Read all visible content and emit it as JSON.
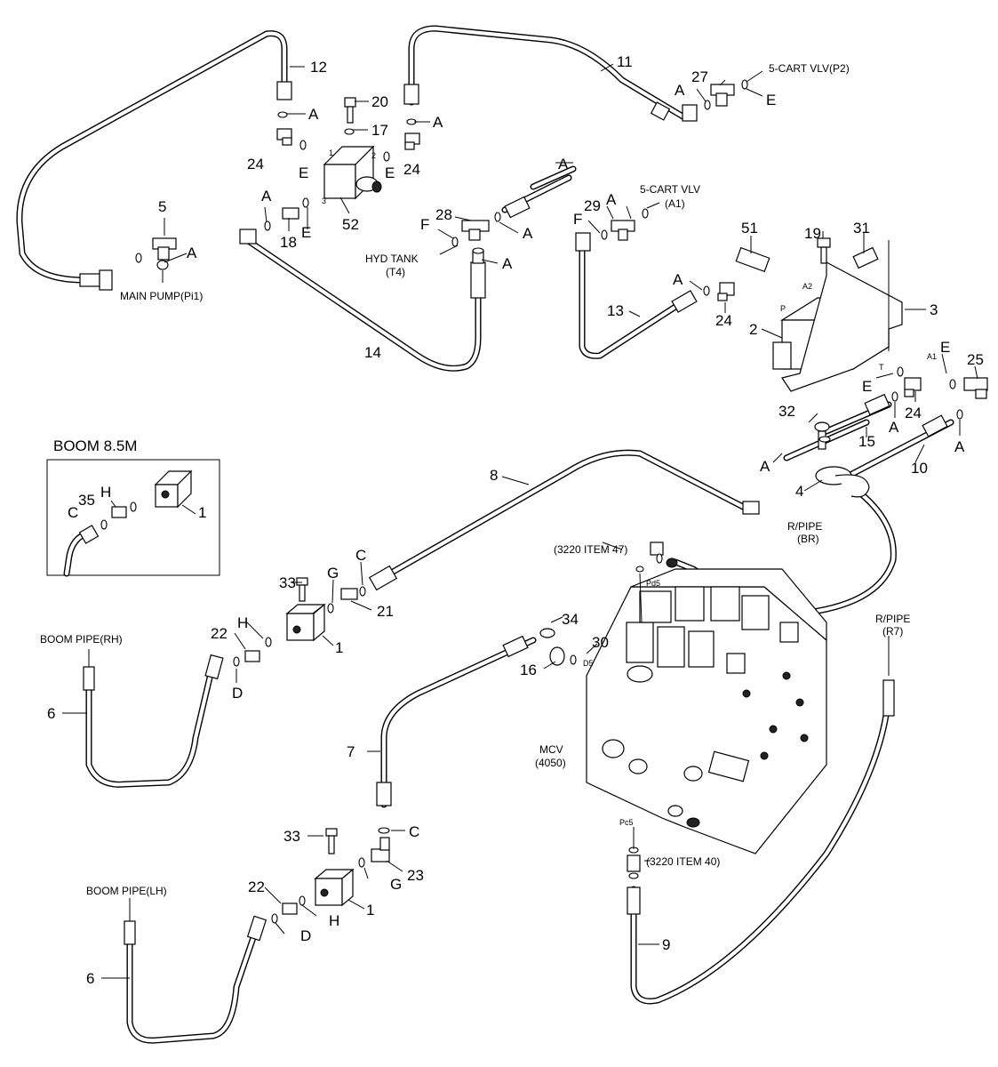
{
  "labels": {
    "main_pump": "MAIN PUMP(Pi1)",
    "hyd_tank_1": "HYD TANK",
    "hyd_tank_2": "(T4)",
    "cart_vlv_p2": "5-CART VLV(P2)",
    "cart_vlv_a1_1": "5-CART VLV",
    "cart_vlv_a1_2": "(A1)",
    "boom_85m": "BOOM 8.5M",
    "boom_pipe_rh": "BOOM PIPE(RH)",
    "boom_pipe_lh": "BOOM PIPE(LH)",
    "r_pipe_br_1": "R/PIPE",
    "r_pipe_br_2": "(BR)",
    "r_pipe_r7_1": "R/PIPE",
    "r_pipe_r7_2": "(R7)",
    "mcv_1": "MCV",
    "mcv_2": "(4050)",
    "ref_3220_47": "(3220 ITEM 47)",
    "ref_3220_40": "(3220 ITEM 40)"
  },
  "ports": {
    "p1": "1",
    "p2": "2",
    "p3": "3",
    "P": "P",
    "A2": "A2",
    "A1": "A1",
    "T": "T",
    "Pd5": "Pd5",
    "D5": "D5",
    "Pc5": "Pc5"
  },
  "items": {
    "i1a": "1",
    "i1b": "1",
    "i1c": "1",
    "i2": "2",
    "i3": "3",
    "i4": "4",
    "i5": "5",
    "i6a": "6",
    "i6b": "6",
    "i7": "7",
    "i8": "8",
    "i9": "9",
    "i10": "10",
    "i11": "11",
    "i12": "12",
    "i13": "13",
    "i14": "14",
    "i15": "15",
    "i16": "16",
    "i17": "17",
    "i18": "18",
    "i19": "19",
    "i20": "20",
    "i21": "21",
    "i22a": "22",
    "i22b": "22",
    "i23": "23",
    "i24a": "24",
    "i24b": "24",
    "i24c": "24",
    "i24d": "24",
    "i25": "25",
    "i27": "27",
    "i28": "28",
    "i29": "29",
    "i30": "30",
    "i31": "31",
    "i32": "32",
    "i33a": "33",
    "i33b": "33",
    "i34": "34",
    "i35": "35",
    "i51": "51",
    "i52": "52"
  },
  "seals": {
    "A1": "A",
    "A2": "A",
    "A3": "A",
    "A4": "A",
    "A5": "A",
    "A6": "A",
    "A7": "A",
    "A8": "A",
    "A9": "A",
    "A10": "A",
    "A11": "A",
    "A12": "A",
    "A13": "A",
    "E1": "E",
    "E2": "E",
    "E3": "E",
    "E4": "E",
    "E5": "E",
    "E6": "E",
    "F1": "F",
    "F2": "F",
    "C1": "C",
    "C2": "C",
    "C3": "C",
    "H1": "H",
    "H2": "H",
    "H3": "H",
    "G1": "G",
    "G2": "G",
    "D1": "D",
    "D2": "D"
  }
}
